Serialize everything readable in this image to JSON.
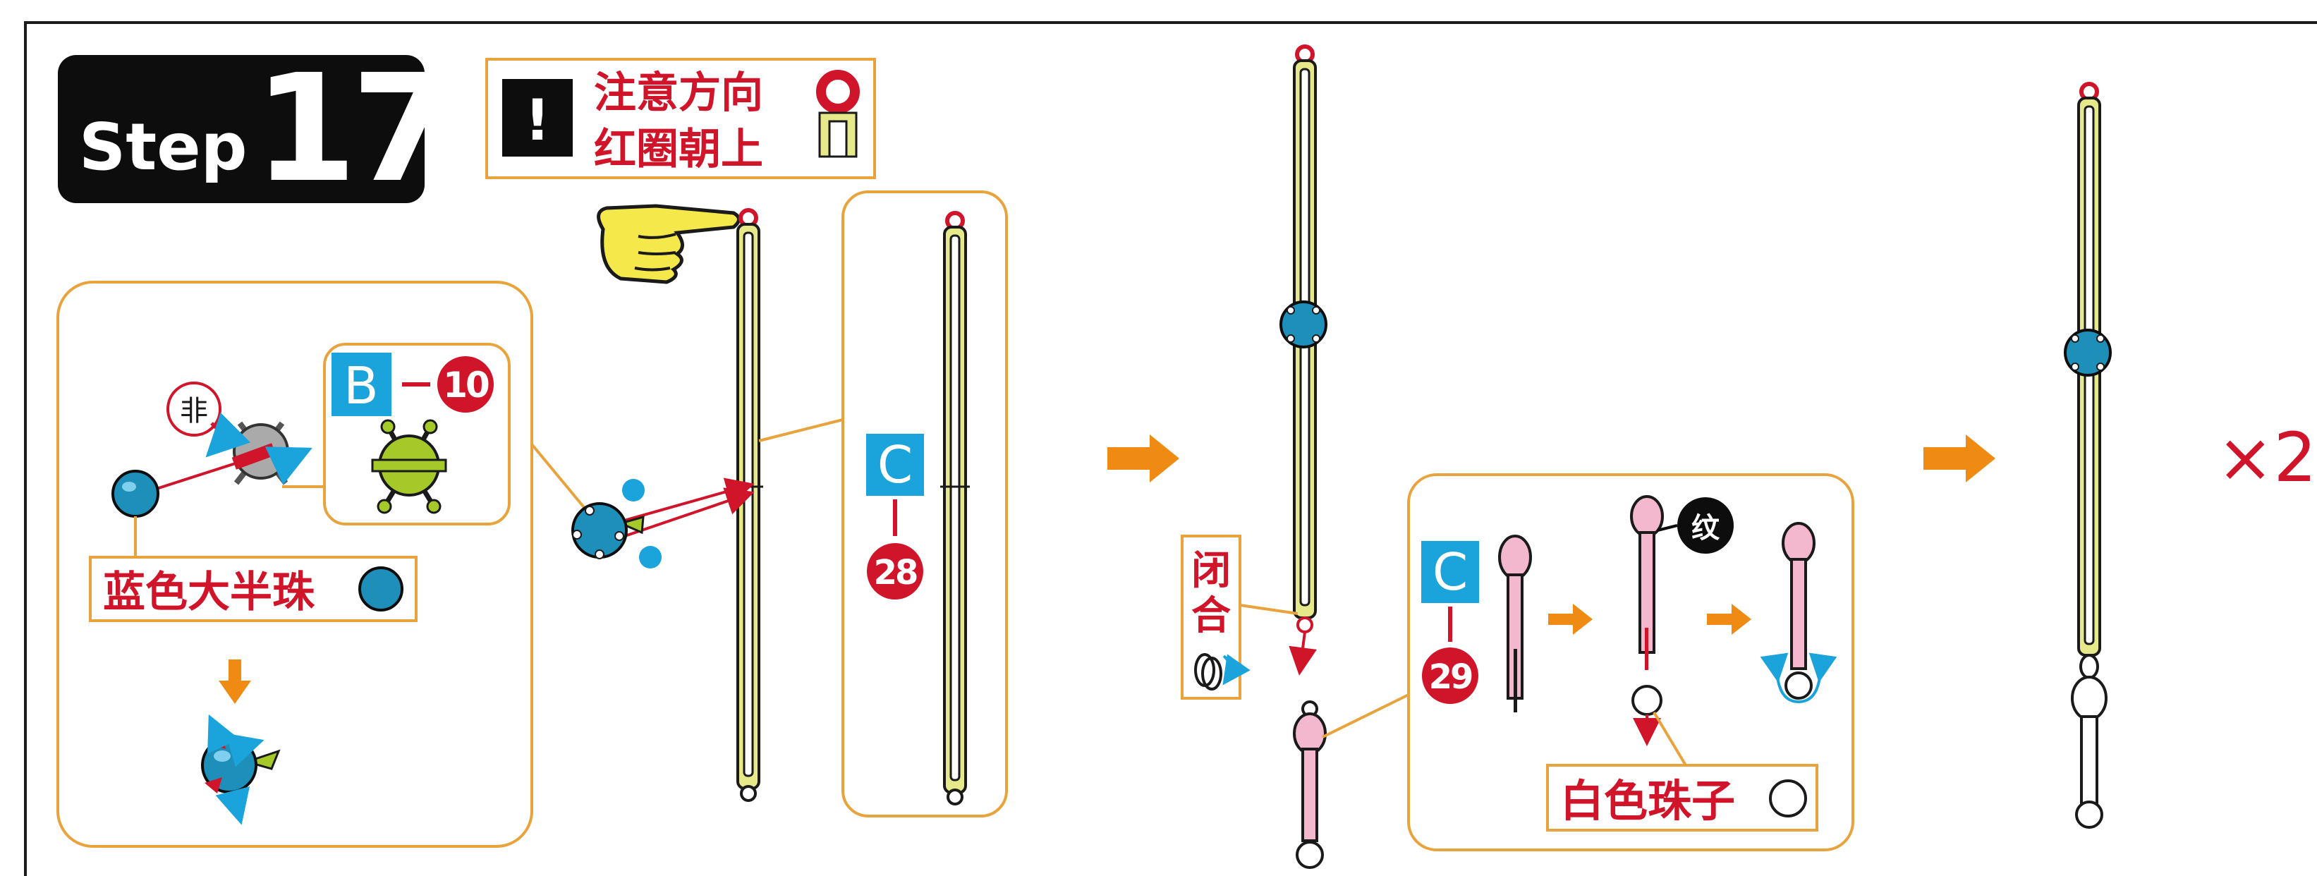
{
  "step": {
    "word": "Step",
    "number": "17"
  },
  "notice": {
    "mark": "!",
    "line1": "注意方向",
    "line2": "红圈朝上"
  },
  "part_b": {
    "letter": "B",
    "number": "10"
  },
  "part_c1": {
    "letter": "C",
    "number": "28"
  },
  "part_c2": {
    "letter": "C",
    "number": "29"
  },
  "not_mark": "非",
  "blue_bead_label": "蓝色大半珠",
  "close_label": {
    "line1": "闭",
    "line2": "合"
  },
  "texture_mark": "纹",
  "white_bead_label": "白色珠子",
  "multiplier": "×2",
  "colors": {
    "orange_frame": "#e8a33c",
    "arrow_orange": "#ef8a12",
    "red": "#d0152a",
    "blue_tag": "#1ba3dc",
    "rod_yellow": "#e6e98a",
    "lime": "#a6c92a",
    "bead_blue": "#1d8fb8",
    "pink": "#f3b7ce"
  }
}
